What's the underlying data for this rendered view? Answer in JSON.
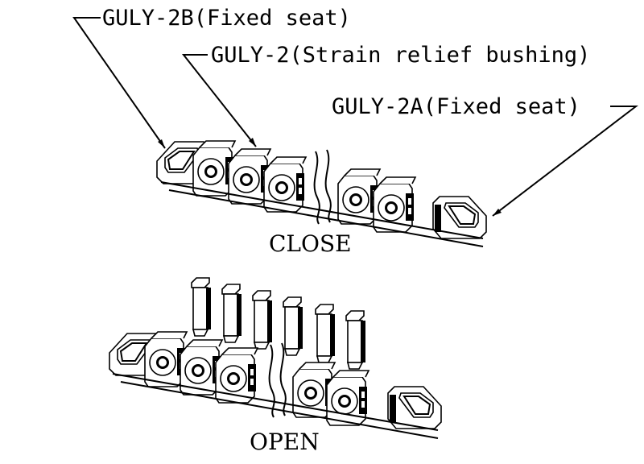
{
  "callouts": {
    "fixed_seat_b": "GULY-2B(Fixed seat)",
    "strain_relief": "GULY-2(Strain relief bushing)",
    "fixed_seat_a": "GULY-2A(Fixed seat)"
  },
  "states": {
    "close": "CLOSE",
    "open": "OPEN"
  },
  "colors": {
    "ink": "#000000",
    "paper": "#ffffff"
  }
}
